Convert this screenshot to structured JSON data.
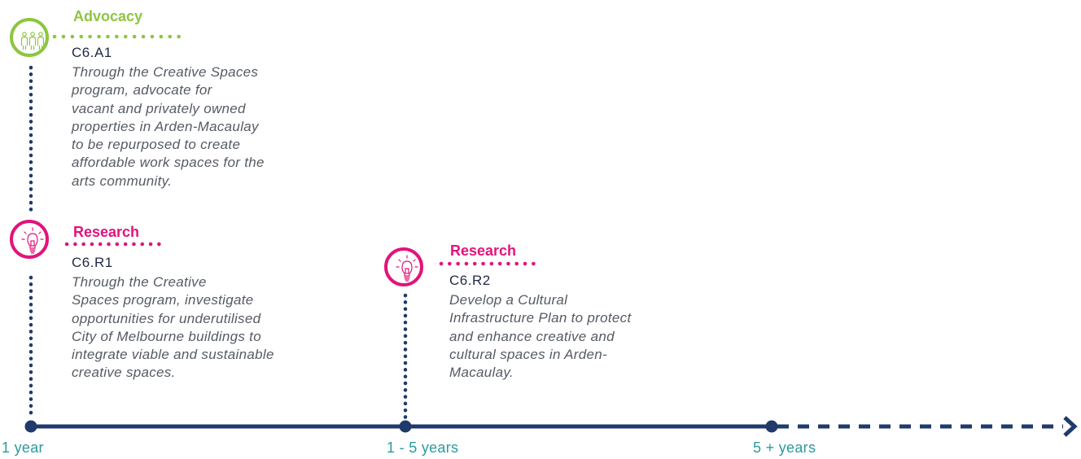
{
  "timeline": {
    "milestones": [
      {
        "label": "1 year"
      },
      {
        "label": "1 - 5 years"
      },
      {
        "label": "5 + years"
      }
    ]
  },
  "actions": [
    {
      "category": "Advocacy",
      "icon": "people-icon",
      "color": "#8cc63f",
      "code": "C6.A1",
      "description": "Through the Creative Spaces program, advocate for vacant and privately owned properties in Arden-Macaulay to be repurposed to create affordable work spaces for the arts community.",
      "lines": [
        "Through the Creative Spaces",
        "program, advocate for",
        "vacant and privately owned",
        "properties in Arden-Macaulay",
        "to be repurposed to create",
        "affordable work spaces for the",
        "arts community."
      ]
    },
    {
      "category": "Research",
      "icon": "lightbulb-icon",
      "color": "#e2137b",
      "code": "C6.R1",
      "description": "Through the Creative Spaces program, investigate opportunities for underutilised City of Melbourne buildings to integrate viable and sustainable creative spaces.",
      "lines": [
        "Through the Creative",
        "Spaces program, investigate",
        "opportunities for underutilised",
        "City of Melbourne buildings to",
        "integrate viable and sustainable",
        "creative spaces."
      ]
    },
    {
      "category": "Research",
      "icon": "lightbulb-icon",
      "color": "#e2137b",
      "code": "C6.R2",
      "description": "Develop a Cultural Infrastructure Plan to protect and enhance creative and cultural spaces in Arden-Macaulay.",
      "lines": [
        "Develop a Cultural",
        "Infrastructure Plan to protect",
        "and enhance creative and",
        "cultural spaces in Arden-",
        "Macaulay."
      ]
    }
  ],
  "colors": {
    "timeline": "#1f3a6b",
    "axis_label": "#2b9a9e",
    "advocacy": "#8cc63f",
    "research": "#e2137b"
  }
}
